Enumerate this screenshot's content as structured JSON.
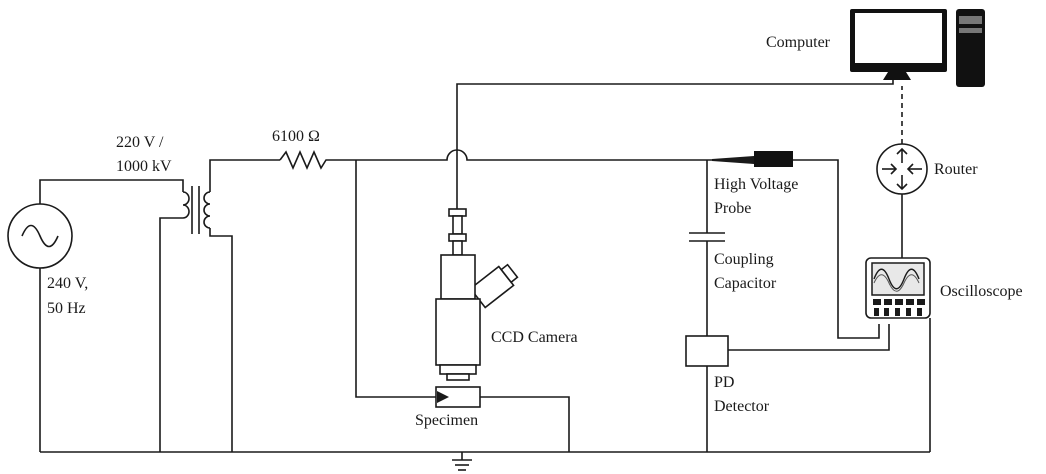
{
  "labels": {
    "source_voltage": "240 V,",
    "source_freq": "50 Hz",
    "transformer_ratio_1": "220 V /",
    "transformer_ratio_2": "1000 kV",
    "resistor": "6100 Ω",
    "camera": "CCD Camera",
    "specimen": "Specimen",
    "hv_probe_1": "High Voltage",
    "hv_probe_2": "Probe",
    "coupling_capacitor_1": "Coupling",
    "coupling_capacitor_2": "Capacitor",
    "pd_detector_1": "PD",
    "pd_detector_2": "Detector",
    "oscilloscope": "Oscilloscope",
    "router": "Router",
    "computer": "Computer"
  },
  "icons": {
    "source": "ac-source-icon",
    "transformer": "transformer-icon",
    "resistor": "resistor-icon",
    "camera": "camera-icon",
    "specimen": "specimen-icon",
    "probe": "probe-icon",
    "capacitor": "capacitor-icon",
    "detector": "pd-detector-icon",
    "oscilloscope": "oscilloscope-icon",
    "router": "router-icon",
    "computer": "computer-monitor-icon",
    "tower": "computer-tower-icon",
    "ground": "ground-icon"
  },
  "colors": {
    "line": "#1a1a1a",
    "device_fill": "#ffffff",
    "screen": "#111111",
    "scope_screen": "#e8e8e8"
  }
}
